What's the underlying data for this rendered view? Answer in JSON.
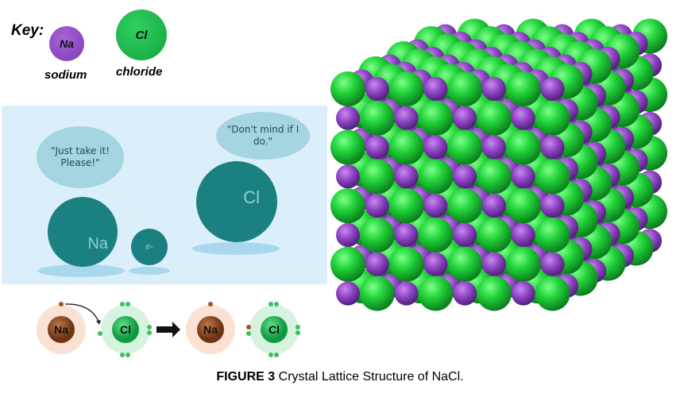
{
  "key": {
    "title": "Key:",
    "sodium": {
      "symbol": "Na",
      "label": "sodium"
    },
    "chloride": {
      "symbol": "Cl",
      "label": "chloride"
    }
  },
  "cartoon": {
    "na_speech": "\"Just take it! Please!\"",
    "cl_speech": "\"Don't mind if I do.\"",
    "na_label": "Na",
    "cl_label": "Cl",
    "electron_label": "e-"
  },
  "transfer": {
    "na": "Na",
    "cl": "Cl",
    "na2": "Na",
    "cl2": "Cl"
  },
  "caption": {
    "bold": "FIGURE 3",
    "text": " Crystal Lattice Structure of NaCl."
  },
  "colors": {
    "sodium": "#8e44c4",
    "chloride": "#1fbf3a",
    "cartoon_bg": "#dbeffa",
    "teal": "#1a8080"
  },
  "lattice": {
    "size": 8
  }
}
